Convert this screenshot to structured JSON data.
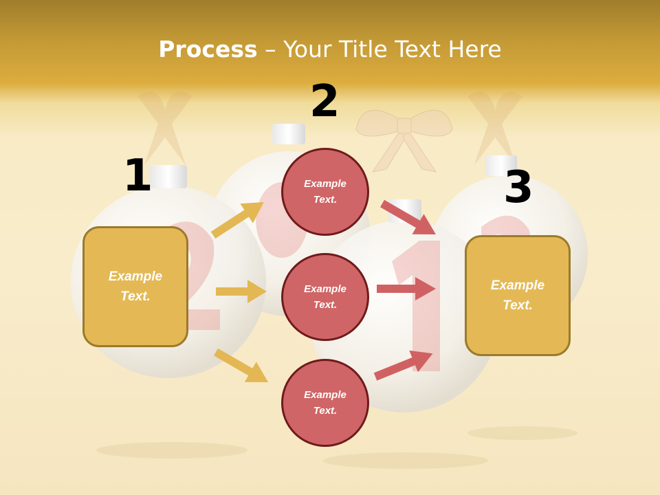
{
  "title": {
    "bold": "Process",
    "rest": " – Your Title Text Here"
  },
  "steps": [
    {
      "number": "1",
      "label": "Example Text."
    },
    {
      "number": "2",
      "label": "Example Text."
    },
    {
      "number": "3",
      "label": "Example Text."
    }
  ],
  "circles": [
    {
      "label_line1": "Example",
      "label_line2": "Text."
    },
    {
      "label_line1": "Example",
      "label_line2": "Text."
    },
    {
      "label_line1": "Example",
      "label_line2": "Text."
    }
  ],
  "boxes": [
    {
      "label_line1": "Example",
      "label_line2": "Text."
    },
    {
      "label_line1": "Example",
      "label_line2": "Text."
    }
  ],
  "colors": {
    "header_gold": "#dcac3e",
    "box_fill": "#e4b955",
    "box_border": "#9b7a2c",
    "circle_fill": "#cf6566",
    "circle_border": "#6e1a1c",
    "arrow_gold": "#e3b753",
    "arrow_red": "#d06163"
  }
}
